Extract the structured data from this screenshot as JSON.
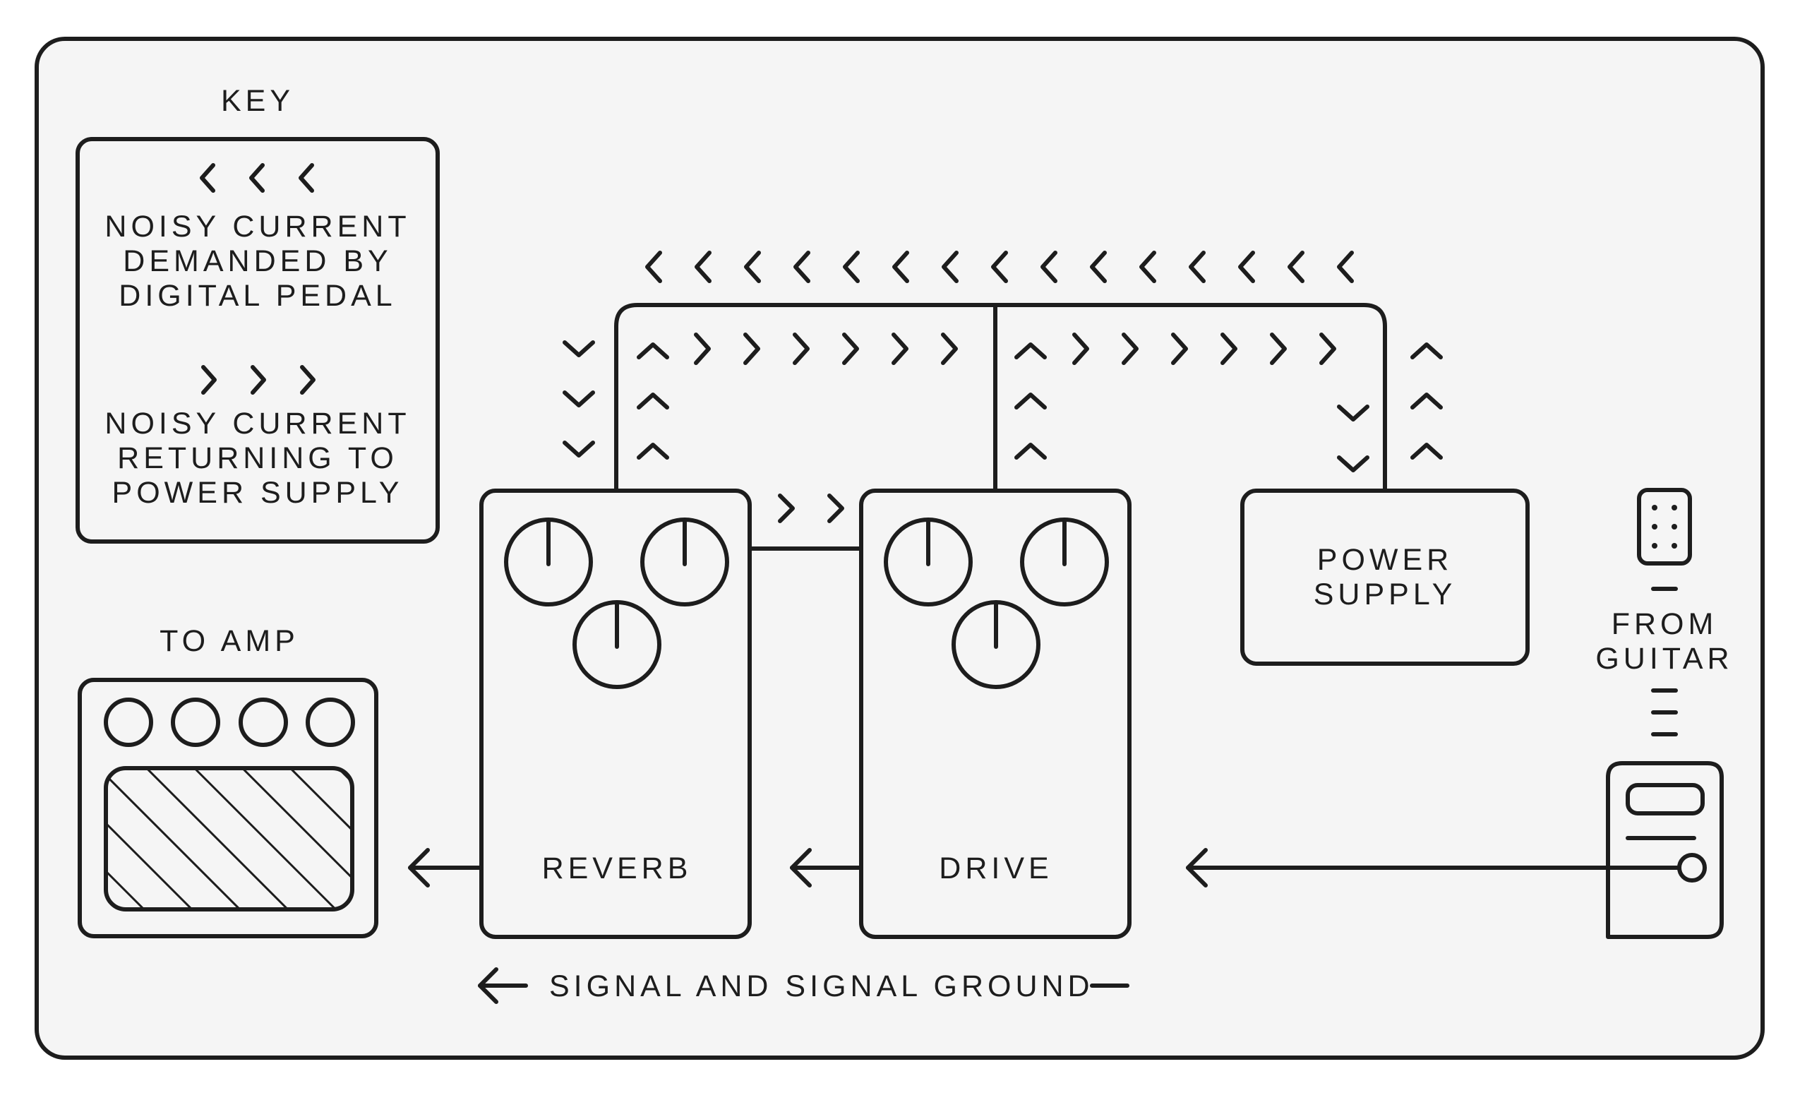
{
  "key": {
    "title": "KEY",
    "demanded": [
      "NOISY CURRENT",
      "DEMANDED BY",
      "DIGITAL PEDAL"
    ],
    "returning": [
      "NOISY CURRENT",
      "RETURNING TO",
      "POWER SUPPLY"
    ]
  },
  "amp": {
    "label": "TO AMP"
  },
  "pedals": {
    "reverb": "REVERB",
    "drive": "DRIVE"
  },
  "power_supply": [
    "POWER",
    "SUPPLY"
  ],
  "guitar": [
    "FROM",
    "GUITAR"
  ],
  "footer": {
    "signal_label": "SIGNAL AND SIGNAL GROUND"
  },
  "colors": {
    "background": "#f5f5f5",
    "stroke": "#1d1d1d"
  }
}
